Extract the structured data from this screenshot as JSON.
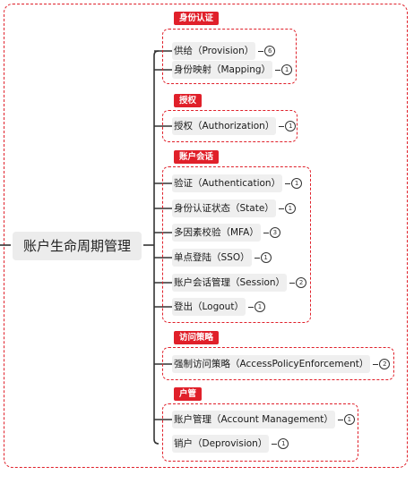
{
  "root": {
    "label": "账户生命周期管理"
  },
  "groups": [
    {
      "title": "身份认证",
      "items": [
        {
          "label": "供给（Provision）",
          "count": "6"
        },
        {
          "label": "身份映射（Mapping）",
          "count": "1"
        }
      ]
    },
    {
      "title": "授权",
      "items": [
        {
          "label": "授权（Authorization）",
          "count": "1"
        }
      ]
    },
    {
      "title": "账户会话",
      "items": [
        {
          "label": "验证（Authentication）",
          "count": "1"
        },
        {
          "label": "身份认证状态（State）",
          "count": "1"
        },
        {
          "label": "多因素校验（MFA）",
          "count": "3"
        },
        {
          "label": "单点登陆（SSO）",
          "count": "1"
        },
        {
          "label": "账户会话管理（Session）",
          "count": "2"
        },
        {
          "label": "登出（Logout）",
          "count": "1"
        }
      ]
    },
    {
      "title": "访问策略",
      "items": [
        {
          "label": "强制访问策略（AccessPolicyEnforcement）",
          "count": "2"
        }
      ]
    },
    {
      "title": "户管",
      "items": [
        {
          "label": "账户管理（Account Management）",
          "count": "1"
        },
        {
          "label": "销户（Deprovision）",
          "count": "1"
        }
      ]
    }
  ]
}
